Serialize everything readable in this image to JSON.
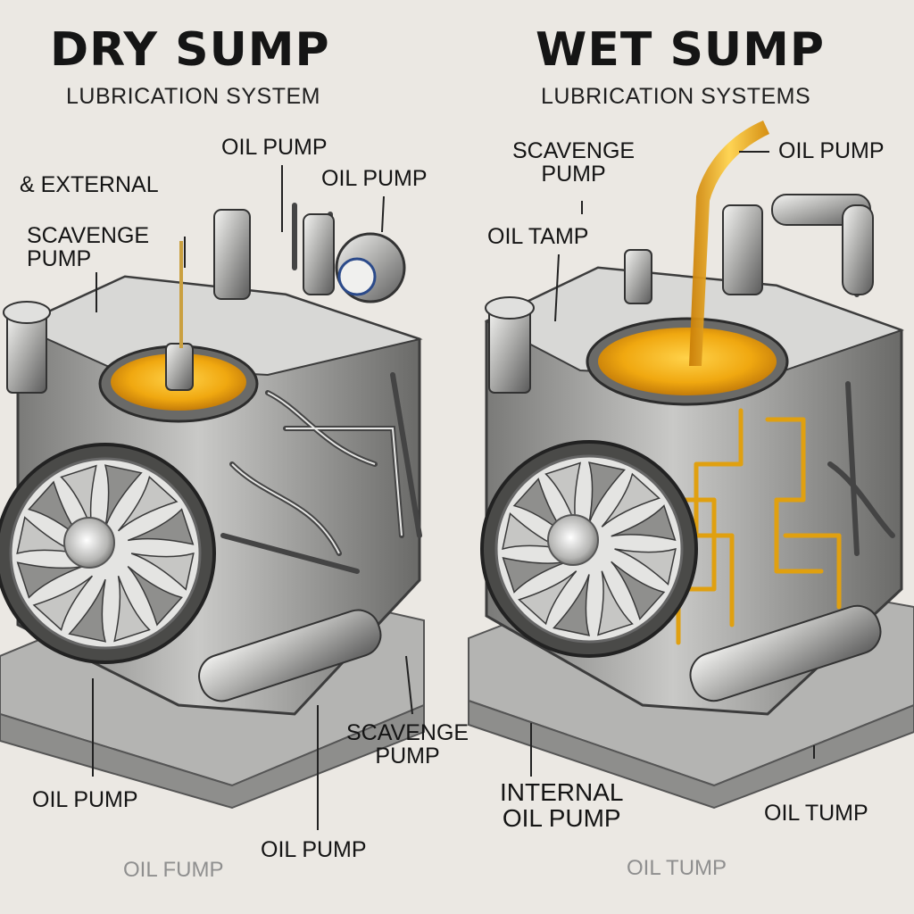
{
  "panels": {
    "dry": {
      "title": "DRY SUMP",
      "subtitle": "LUBRICATION SYSTEM",
      "labels": {
        "oil_pump_top": "OIL PUMP",
        "oil_pump_upper": "OIL PUMP",
        "external": "& EXTERNAL",
        "scavenge_pump_left": "SCAVENGE\nPUMP",
        "scavenge_pump_right": "SCAVENGE\nPUMP",
        "oil_pump_bottom_left": "OIL PUMP",
        "oil_pump_bottom_mid": "OIL PUMP",
        "oil_fump": "OIL FUMP"
      }
    },
    "wet": {
      "title": "WET SUMP",
      "subtitle": "LUBRICATION SYSTEMS",
      "labels": {
        "scavenge_pump": "SCAVENGE\nPUMP",
        "oil_pump": "OIL PUMP",
        "oil_tamp": "OIL TAMP",
        "internal_oil_pump": "INTERNAL\nOIL PUMP",
        "oil_tump": "OIL TUMP",
        "oil_tump_faded": "OIL TUMP"
      }
    }
  },
  "colors": {
    "background": "#ebe8e3",
    "oil": "#f0a810",
    "metal_light": "#d4d4d2",
    "metal_dark": "#5a5a5a",
    "base": "#b4b4b2"
  }
}
